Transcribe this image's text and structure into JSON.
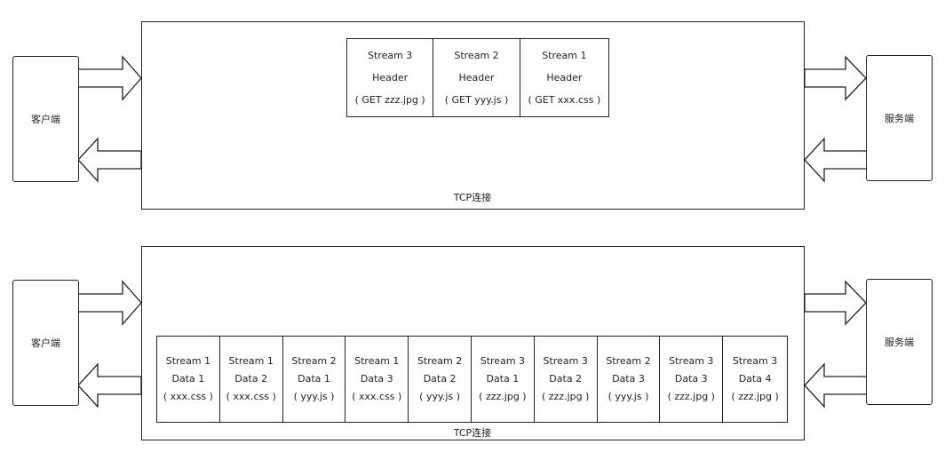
{
  "top": {
    "client": "客户端",
    "server": "服务端",
    "connection_label": "TCP连接",
    "frames": [
      {
        "stream": "Stream 3",
        "kind": "Header",
        "detail": "( GET zzz.jpg )"
      },
      {
        "stream": "Stream 2",
        "kind": "Header",
        "detail": "( GET yyy.js )"
      },
      {
        "stream": "Stream 1",
        "kind": "Header",
        "detail": "( GET xxx.css )"
      }
    ]
  },
  "bottom": {
    "client": "客户端",
    "server": "服务端",
    "connection_label": "TCP连接",
    "frames": [
      {
        "stream": "Stream 1",
        "kind": "Data 1",
        "detail": "( xxx.css )"
      },
      {
        "stream": "Stream 1",
        "kind": "Data 2",
        "detail": "( xxx.css )"
      },
      {
        "stream": "Stream 2",
        "kind": "Data 1",
        "detail": "( yyy.js )"
      },
      {
        "stream": "Stream 1",
        "kind": "Data 3",
        "detail": "( xxx.css )"
      },
      {
        "stream": "Stream 2",
        "kind": "Data 2",
        "detail": "( yyy.js )"
      },
      {
        "stream": "Stream 3",
        "kind": "Data 1",
        "detail": "( zzz.jpg )"
      },
      {
        "stream": "Stream 3",
        "kind": "Data 2",
        "detail": "( zzz.jpg )"
      },
      {
        "stream": "Stream 2",
        "kind": "Data 3",
        "detail": "( yyy.js )"
      },
      {
        "stream": "Stream 3",
        "kind": "Data 3",
        "detail": "( zzz.jpg )"
      },
      {
        "stream": "Stream 3",
        "kind": "Data 4",
        "detail": "( zzz.jpg )"
      }
    ]
  }
}
